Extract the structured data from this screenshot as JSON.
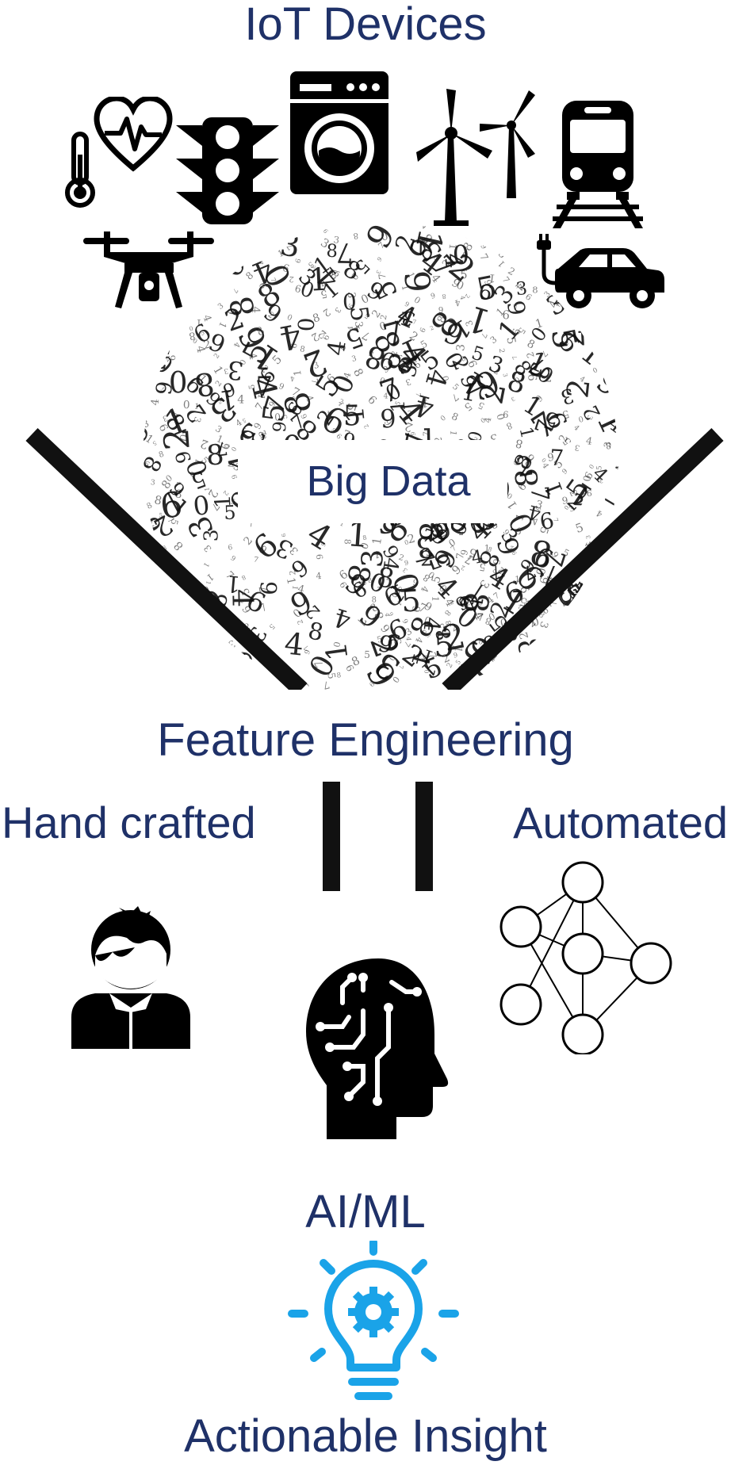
{
  "diagram": {
    "iot_title": "IoT Devices",
    "big_data_label": "Big Data",
    "feature_engineering_label": "Feature Engineering",
    "hand_crafted_label": "Hand crafted",
    "automated_label": "Automated",
    "ai_ml_label": "AI/ML",
    "actionable_insight_label": "Actionable Insight"
  },
  "colors": {
    "text": "#1f3168",
    "icons": "#000000",
    "insight_bulb": "#1aa3e8"
  },
  "icons": [
    "thermometer-icon",
    "heart-rate-icon",
    "traffic-light-icon",
    "washing-machine-icon",
    "wind-turbine-icon",
    "train-icon",
    "drone-icon",
    "electric-car-icon",
    "person-icon",
    "neural-network-icon",
    "ai-head-icon",
    "lightbulb-gear-icon"
  ]
}
